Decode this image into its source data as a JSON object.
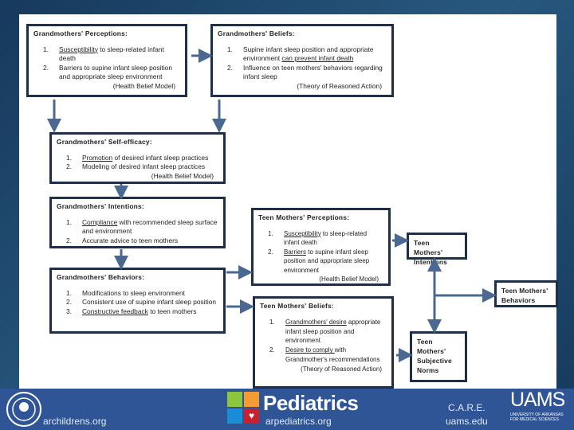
{
  "boxes": {
    "gp": {
      "title": "Grandmothers' Perceptions:",
      "items": [
        {
          "n": "1.",
          "parts": [
            {
              "u": "Susceptibility"
            },
            {
              "t": " to sleep-related infant death"
            }
          ]
        },
        {
          "n": "2.",
          "parts": [
            {
              "t": "Barriers to supine infant sleep position and appropriate sleep environment"
            }
          ]
        }
      ],
      "source": "(Health Belief Model)"
    },
    "gb": {
      "title": "Grandmothers' Beliefs:",
      "items": [
        {
          "n": "1.",
          "parts": [
            {
              "t": "Supine infant sleep position and appropriate environment "
            },
            {
              "u": "can prevent infant death"
            }
          ]
        },
        {
          "n": "2.",
          "parts": [
            {
              "t": "Influence on teen mothers' behaviors regarding infant sleep"
            }
          ]
        }
      ],
      "source": "(Theory of Reasoned Action)"
    },
    "se": {
      "title": "Grandmothers' Self-efficacy:",
      "items": [
        {
          "n": "1.",
          "parts": [
            {
              "u": "Promotion"
            },
            {
              "t": " of desired infant sleep practices"
            }
          ]
        },
        {
          "n": "2.",
          "parts": [
            {
              "t": "Modeling of desired infant  sleep practices"
            }
          ]
        }
      ],
      "source": "(Health Belief Model)"
    },
    "gi": {
      "title": "Grandmothers' Intentions:",
      "items": [
        {
          "n": "1.",
          "parts": [
            {
              "u": "Compliance"
            },
            {
              "t": " with recommended sleep surface and environment"
            }
          ]
        },
        {
          "n": "2.",
          "parts": [
            {
              "t": "Accurate advice to teen mothers"
            }
          ]
        }
      ],
      "source": ""
    },
    "gbh": {
      "title": "Grandmothers' Behaviors:",
      "items": [
        {
          "n": "1.",
          "parts": [
            {
              "t": "Modifications to sleep environment"
            }
          ]
        },
        {
          "n": "2.",
          "parts": [
            {
              "t": "Consistent use of supine infant sleep position"
            }
          ]
        },
        {
          "n": "3.",
          "parts": [
            {
              "u": "Constructive feedback"
            },
            {
              "t": " to teen mothers"
            }
          ]
        }
      ],
      "source": ""
    },
    "tp": {
      "title": "Teen Mothers' Perceptions:",
      "items": [
        {
          "n": "1.",
          "parts": [
            {
              "u": "Susceptibility"
            },
            {
              "t": " to sleep-related infant death"
            }
          ]
        },
        {
          "n": "2.",
          "parts": [
            {
              "u": "Barriers"
            },
            {
              "t": " to supine infant sleep position and appropriate sleep environment"
            }
          ]
        }
      ],
      "source": "(Health Belief Model)"
    },
    "tb": {
      "title": "Teen Mothers' Beliefs:",
      "items": [
        {
          "n": "1.",
          "parts": [
            {
              "u": "Grandmothers' desire"
            },
            {
              "t": " appropriate infant sleep position and environment"
            }
          ]
        },
        {
          "n": "2.",
          "parts": [
            {
              "u": "Desire to comply "
            },
            {
              "t": "with Grandmother's recommendations"
            }
          ]
        }
      ],
      "source": "(Theory of Reasoned Action)"
    },
    "ti": {
      "title": "Teen Mothers' Intentions"
    },
    "tbh": {
      "title": "Teen Mothers' Behaviors"
    },
    "tsn": {
      "title": "Teen Mothers' Subjective Norms"
    }
  },
  "footer": {
    "left_url": "archildrens.org",
    "brand": "Pediatrics",
    "center_url": "arpediatrics.org",
    "care": "C.A.R.E.",
    "right_url": "uams.edu",
    "uams_logo": "UAMS",
    "uams_sub": "UNIVERSITY OF ARKANSAS FOR MEDICAL SCIENCES"
  },
  "colors": {
    "box_border": "#1f2f47",
    "arrow": "#4a6890",
    "footer": "#2f5597"
  }
}
